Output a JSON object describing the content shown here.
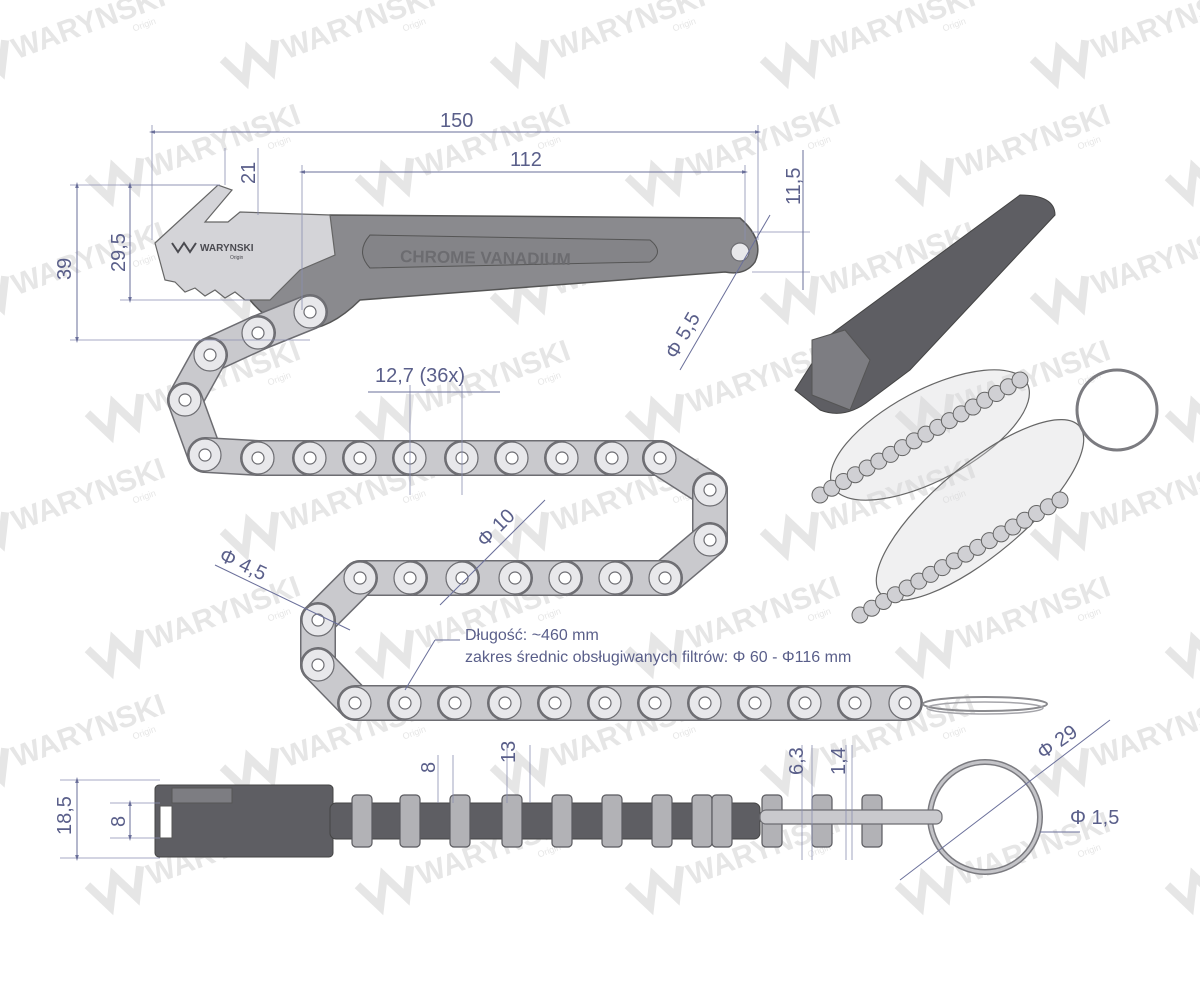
{
  "watermark": {
    "brand": "WARYNSKI",
    "sub": "Origin"
  },
  "product": {
    "logo_text": "WARYNSKI",
    "logo_sub": "Origin",
    "handle_label": "CHROME VANADIUM"
  },
  "dimensions": {
    "total_length": "150",
    "handle_length": "112",
    "width_21": "21",
    "hole_offset": "11,5",
    "height_39": "39",
    "jaw_height": "29,5",
    "hole_diameter": "Φ 5,5",
    "chain_pitch": "12,7  (36x)",
    "roller_diameter": "Φ 10",
    "pin_diameter": "Φ 4,5",
    "width_18_5": "18,5",
    "width_8_side": "8",
    "width_8_top": "8",
    "width_13": "13",
    "plate_6_3": "6,3",
    "plate_1_4": "1,4",
    "ring_diameter": "Φ 29",
    "wire_diameter": "Φ 1,5"
  },
  "notes": {
    "length": "Długość: ~460 mm",
    "range": "zakres średnic obsługiwanych filtrów: Φ 60 - Φ116 mm"
  },
  "colors": {
    "dimension": "#5a5f8a",
    "steel": "#d4d4d8",
    "handle": "#8a8a8e",
    "watermark": "#e6e6e6"
  }
}
